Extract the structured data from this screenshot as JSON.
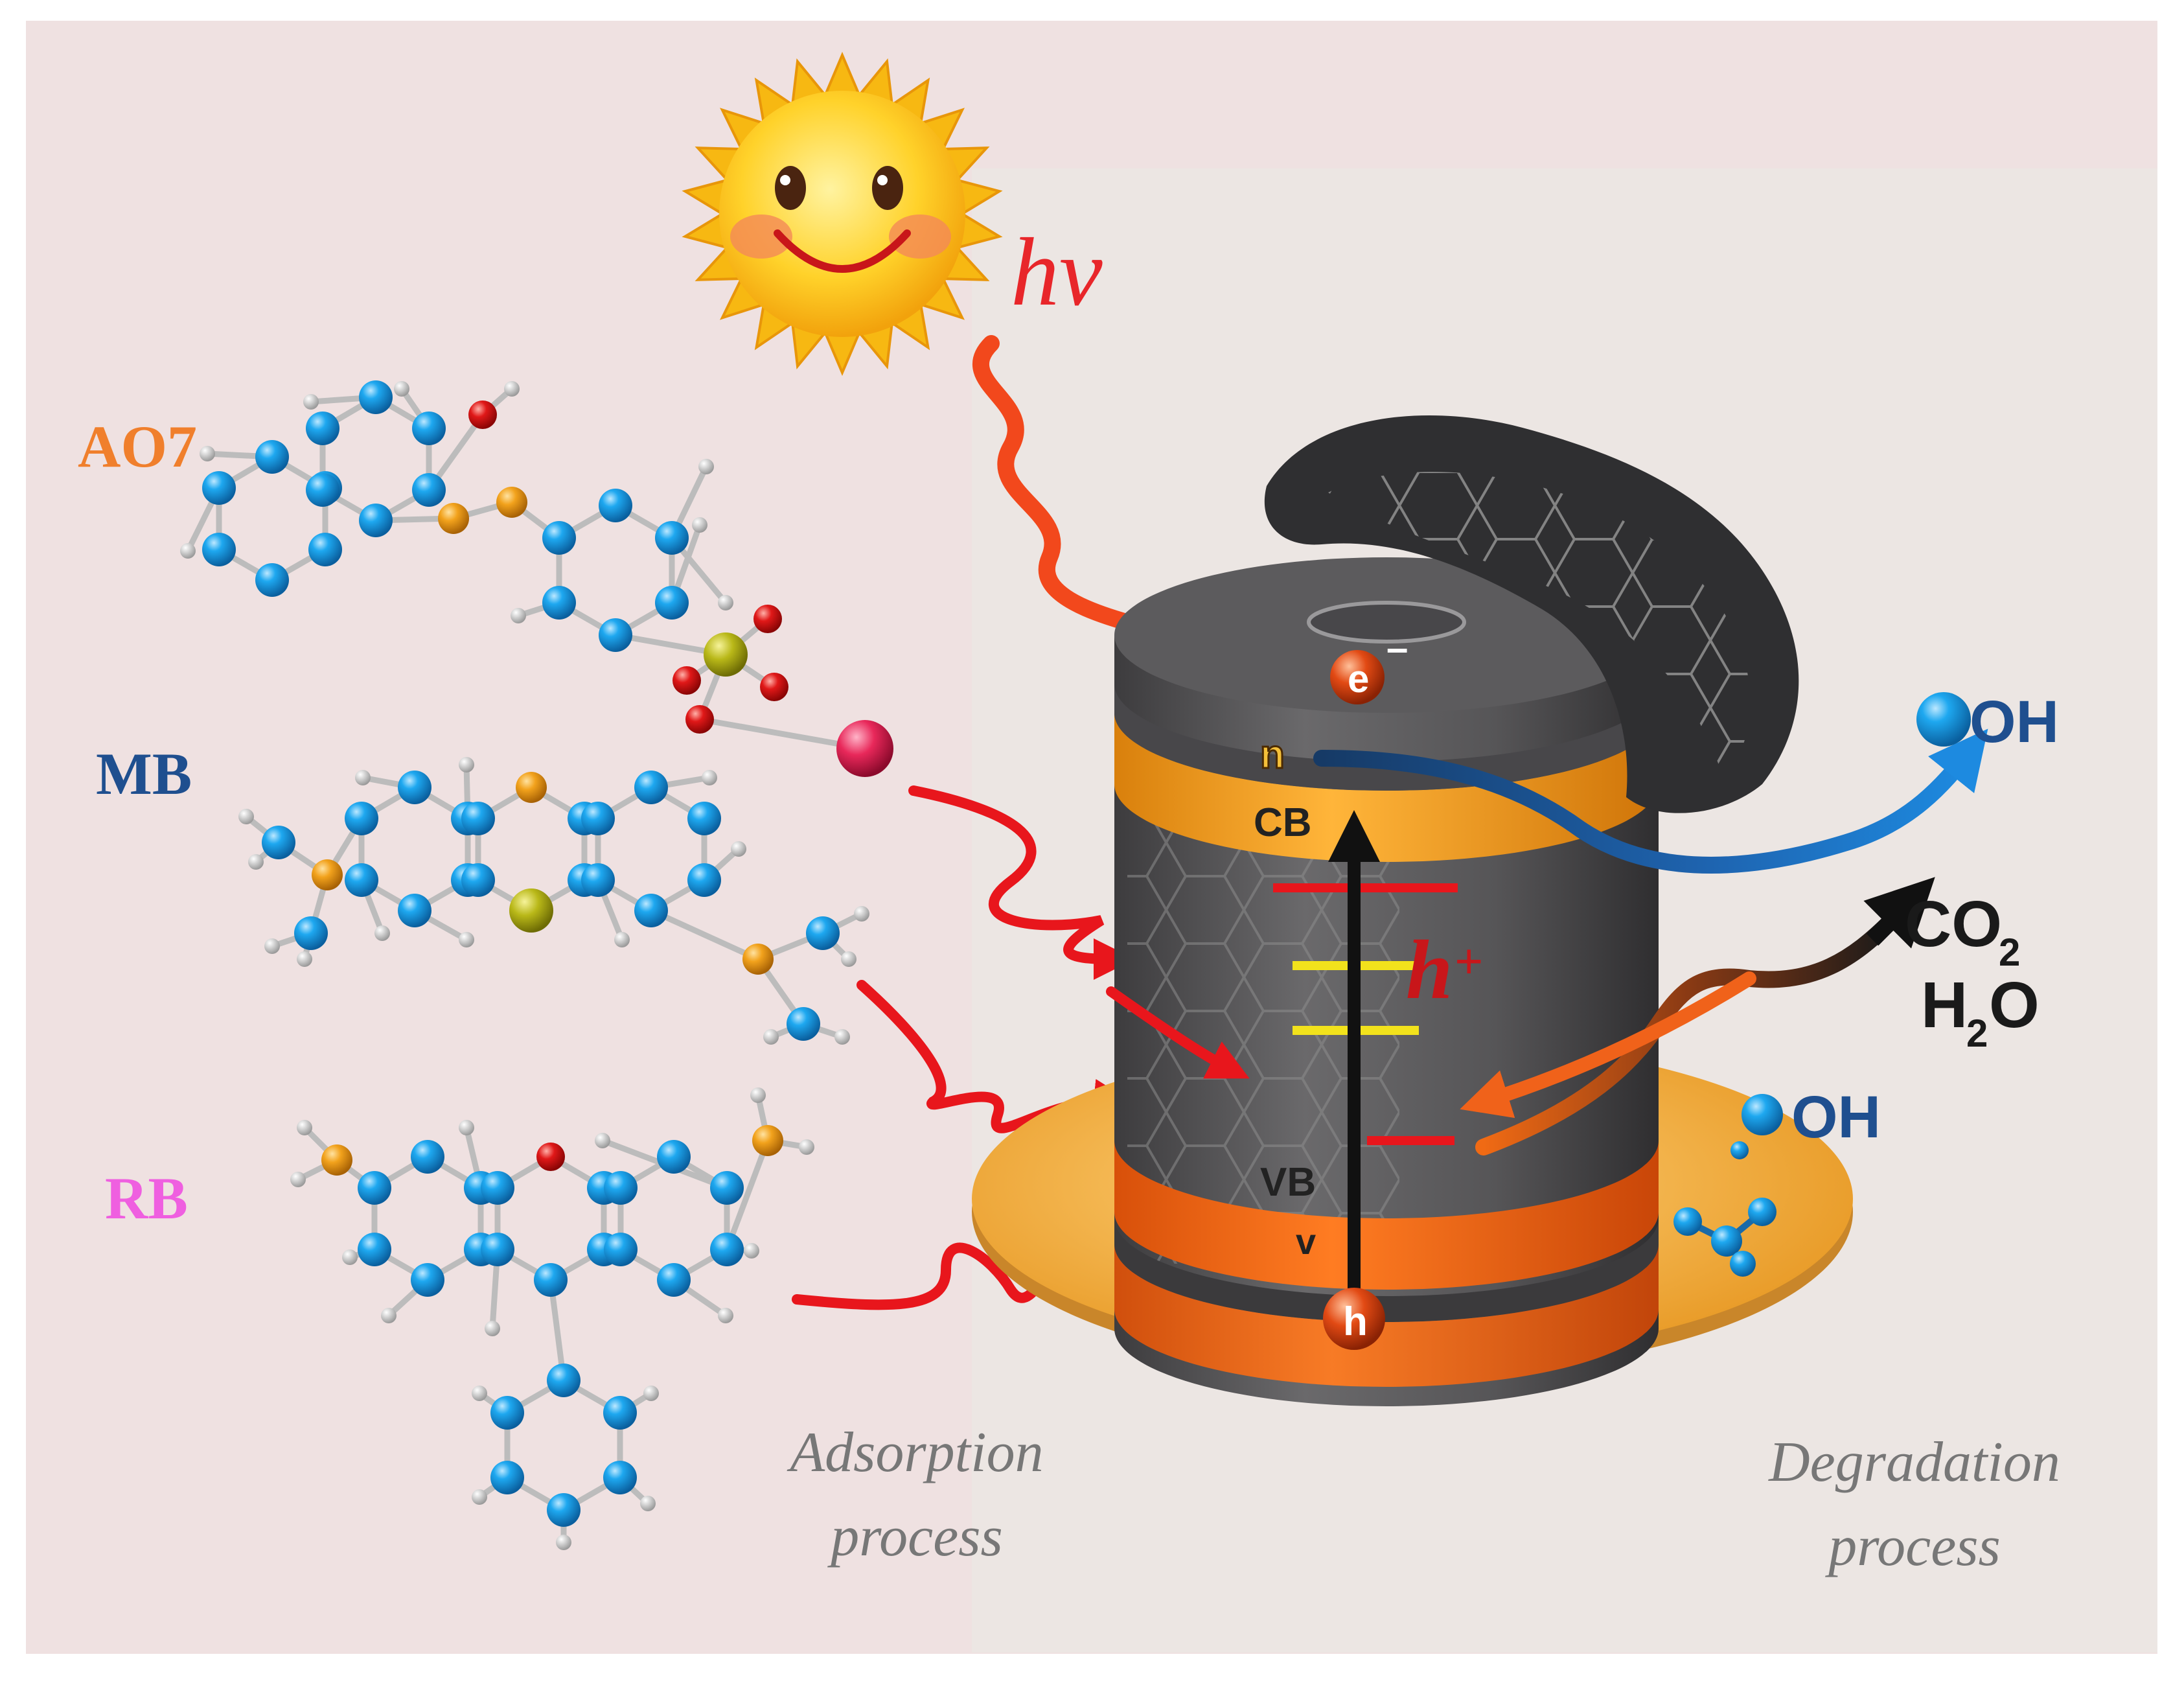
{
  "sun": {
    "label": "hv"
  },
  "molecules": [
    {
      "name": "AO7",
      "color": "#f07f2c"
    },
    {
      "name": "MB",
      "color": "#1f4f8f"
    },
    {
      "name": "RB",
      "color": "#ef5fe0"
    }
  ],
  "catalyst": {
    "electron": "e",
    "electron_sup": "–",
    "hole": "h",
    "band_labels": {
      "cb": "CB",
      "vb": "VB",
      "cb_tag": "n",
      "vb_tag": "v"
    },
    "hole_label": "h",
    "hole_sup": "+"
  },
  "products": {
    "oh_top": "OH",
    "oh_bottom": "OH",
    "co2": "CO",
    "co2_sub": "2",
    "h2o_h": "H",
    "h2o_sub": "2",
    "h2o_o": "O"
  },
  "captions": {
    "adsorption_1": "Adsorption",
    "adsorption_2": "process",
    "degradation_1": "Degradation",
    "degradation_2": "process"
  },
  "colors": {
    "background": "#efe1e1",
    "atom_blue": "#1aa0e6",
    "atom_orange": "#f0a21c",
    "atom_red": "#e01818",
    "atom_sulfur": "#c2c21a",
    "cylinder": "#59585a",
    "band_orange": "#f7a21e",
    "band_deep_orange": "#f46a14",
    "base_disk": "#f5b448",
    "arrow_red": "#e8161c",
    "oh_blue": "#1f4f8f"
  }
}
